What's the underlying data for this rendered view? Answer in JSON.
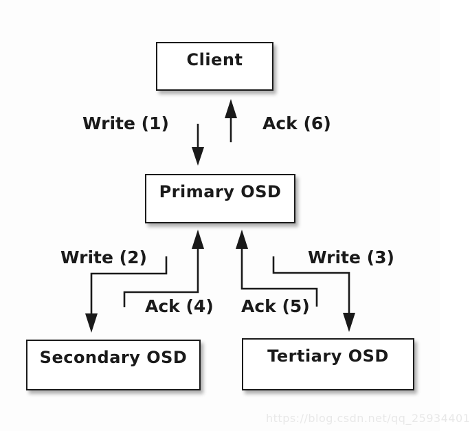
{
  "page": {
    "background_color": "#fdfdfd",
    "ink_color": "#1a1a1a",
    "node_fill_color": "#ffffff"
  },
  "diagram": {
    "nodes": [
      {
        "id": "client",
        "label": "Client"
      },
      {
        "id": "primary-osd",
        "label": "Primary OSD"
      },
      {
        "id": "secondary-osd",
        "label": "Secondary OSD"
      },
      {
        "id": "tertiary-osd",
        "label": "Tertiary OSD"
      }
    ],
    "edges": [
      {
        "id": "write-1",
        "label": "Write (1)",
        "from": "client",
        "to": "primary-osd"
      },
      {
        "id": "ack-6",
        "label": "Ack (6)",
        "from": "primary-osd",
        "to": "client"
      },
      {
        "id": "write-2",
        "label": "Write (2)",
        "from": "primary-osd",
        "to": "secondary-osd"
      },
      {
        "id": "ack-4",
        "label": "Ack (4)",
        "from": "secondary-osd",
        "to": "primary-osd"
      },
      {
        "id": "ack-5",
        "label": "Ack (5)",
        "from": "tertiary-osd",
        "to": "primary-osd"
      },
      {
        "id": "write-3",
        "label": "Write (3)",
        "from": "primary-osd",
        "to": "tertiary-osd"
      }
    ]
  },
  "watermark": {
    "text": "https://blog.csdn.net/qq_25934401",
    "color": "#e8e8e8"
  }
}
